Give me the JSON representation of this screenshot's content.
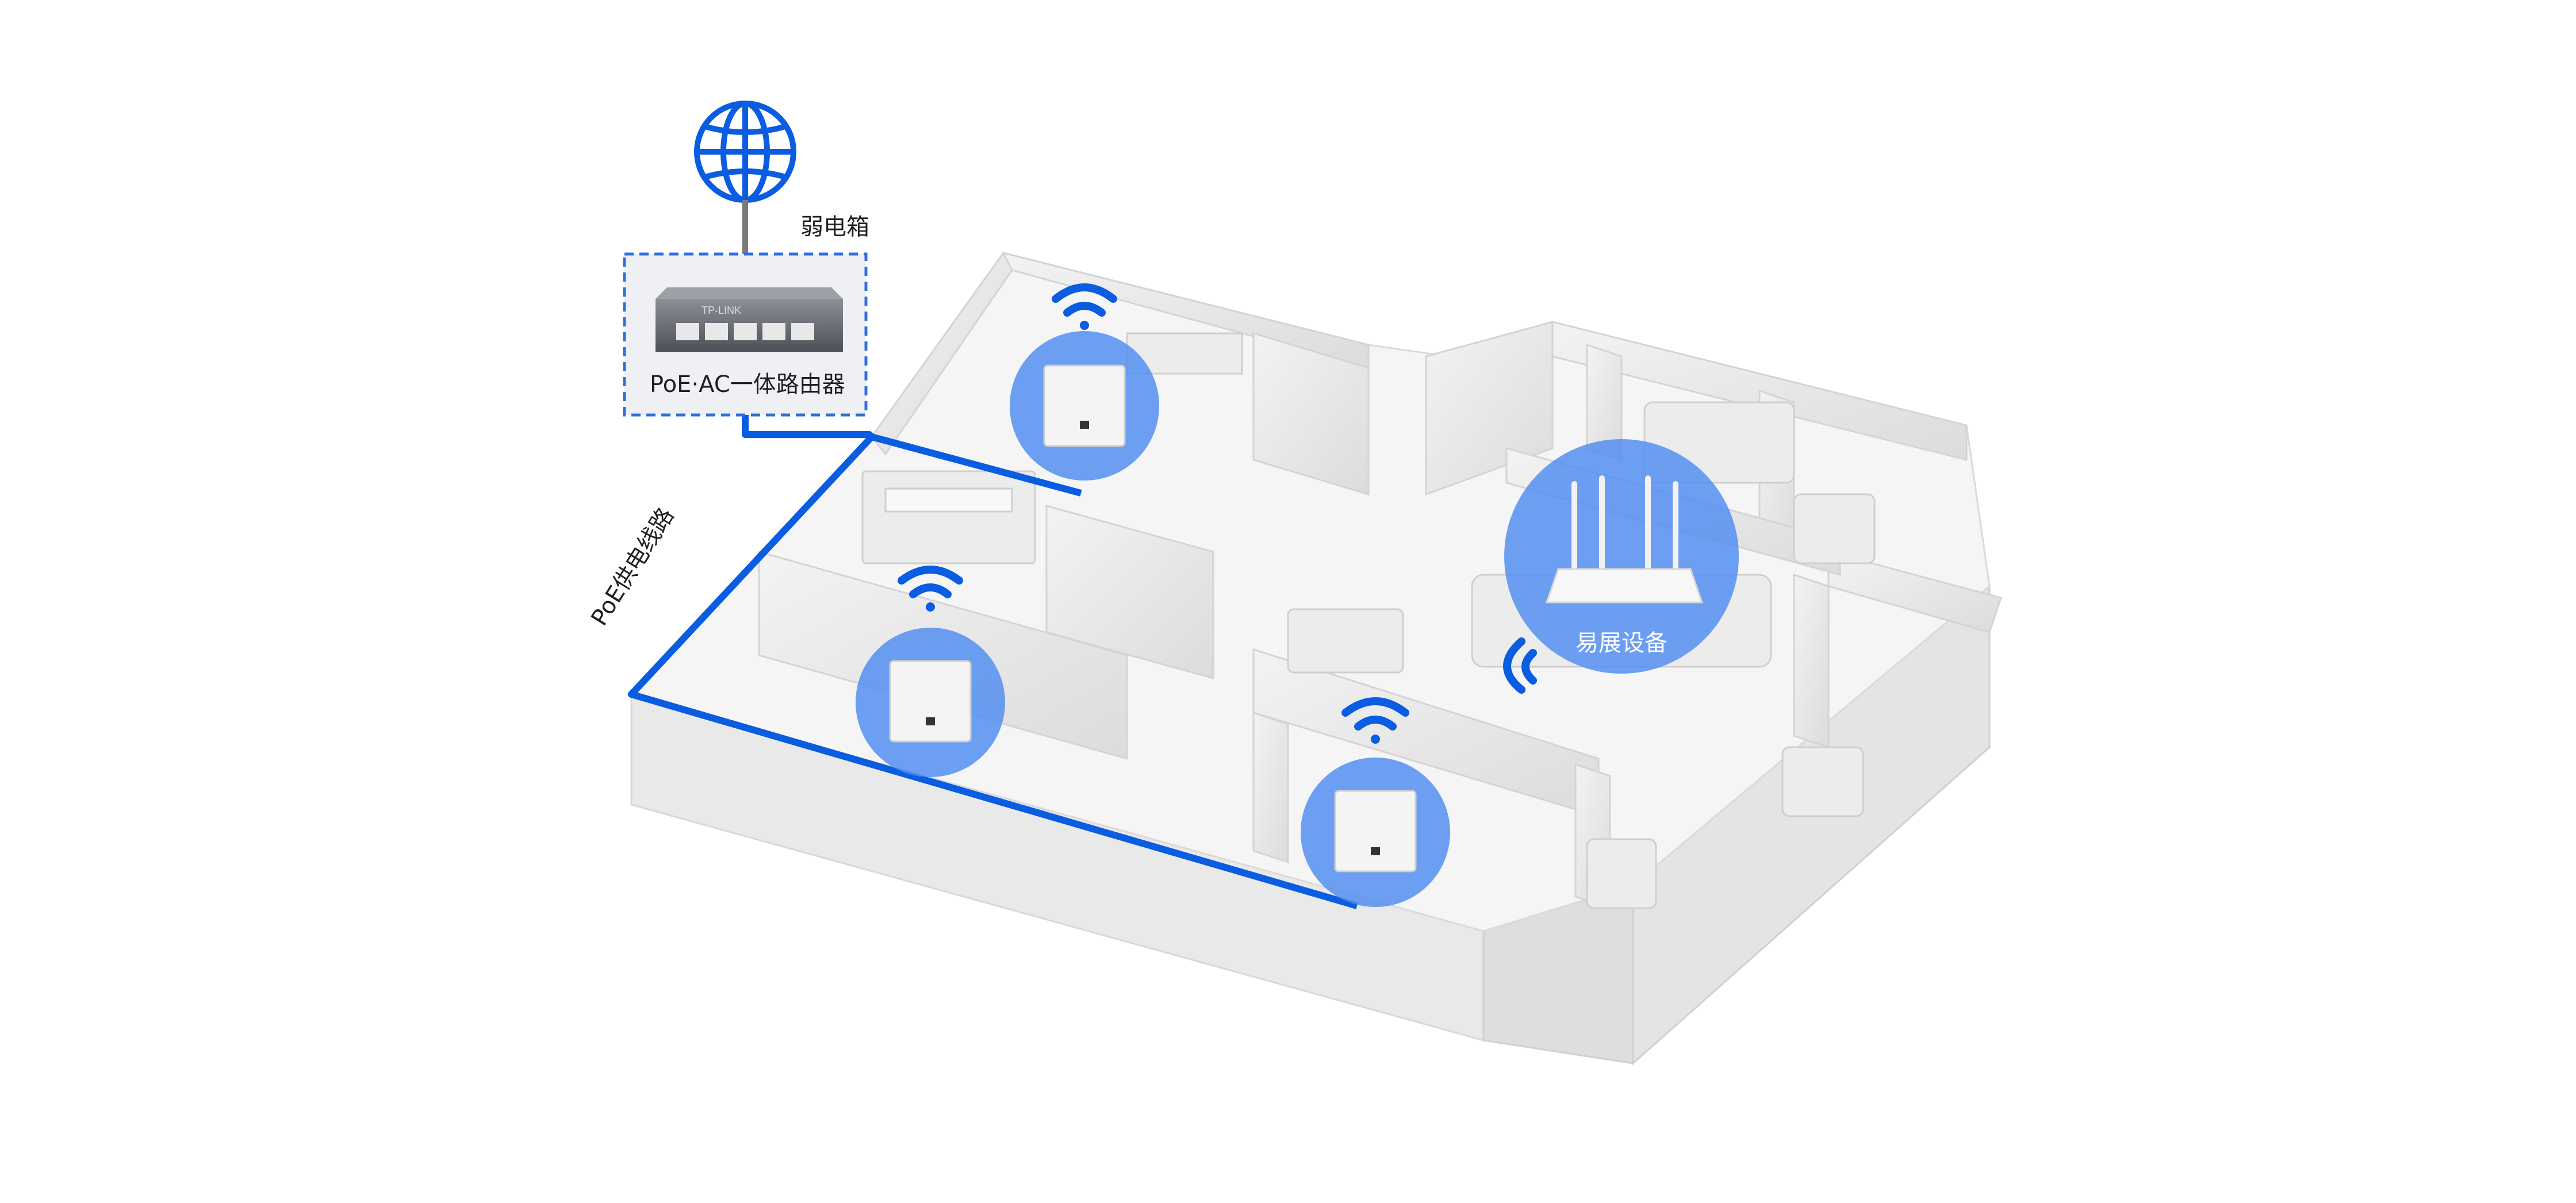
{
  "labels": {
    "cabinet": "弱电箱",
    "router": "PoE·AC一体路由器",
    "poe_line": "PoE供电线路",
    "extender": "易展设备"
  },
  "icons": {
    "internet": "globe-icon",
    "router": "poe-router-device",
    "access_point": "wall-panel-ap",
    "signal": "wifi-signal-icon",
    "extender": "wireless-router-icon"
  },
  "colors": {
    "accent_blue": "#0a5ce0",
    "bubble_blue": "#4e8cf0",
    "wall": "#ececec",
    "floor": "#f6f6f6",
    "text": "#1f1f1f"
  },
  "devices": {
    "access_point_count": 3,
    "router_ports": 5
  },
  "brand_logo_text": "TP-LINK"
}
